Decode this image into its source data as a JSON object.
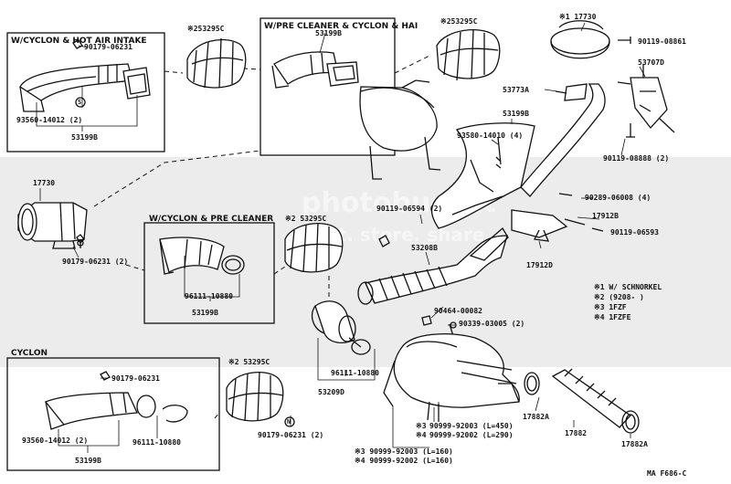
{
  "boxes": {
    "hot_air_intake_title": "W/CYCLON & HOT AIR INTAKE",
    "pre_cleaner_cyclon_hai_title": "W/PRE CLEANER & CYCLON & HAI",
    "cyclon_pre_cleaner_title": "W/CYCLON & PRE CLEANER",
    "cyclon_title": "CYCLON"
  },
  "labels": {
    "l_90179_06231_a": "90179-06231",
    "l_93560_14012_a": "93560-14012 (2)",
    "l_53199b_a": "53199B",
    "l_53295c_a": "※253295C",
    "l_53199b_b": "53199B",
    "l_53295c_b": "※253295C",
    "l_17730_top": "※1 17730",
    "l_90119_08861": "90119-08861",
    "l_53707d": "53707D",
    "l_53773a": "53773A",
    "l_53199b_c": "53199B",
    "l_93580_14010": "93580-14010 (4)",
    "l_90119_08888": "90119-08888 (2)",
    "l_17730_left": "17730",
    "l_90179_06231_b": "90179-06231 (2)",
    "l_53295c_c": "※2 53295C",
    "l_96111_10880_a": "96111-10880",
    "l_53199b_d": "53199B",
    "l_90119_06594": "90119-06594 (2)",
    "l_53208b": "53208B",
    "l_90289_06008": "90289-06008 (4)",
    "l_17912b": "17912B",
    "l_90119_06593": "90119-06593",
    "l_17912d": "17912D",
    "l_legend_1": "※1 W/ SCHNORKEL",
    "l_legend_2": "※2 (9208-        )",
    "l_legend_3": "※3 1FZF",
    "l_legend_4": "※4 1FZFE",
    "l_90464_00082": "90464-00082",
    "l_90339_03005": "90339-03005 (2)",
    "l_96111_10880_b": "96111-10880",
    "l_53209d": "53209D",
    "l_90999_92003_a": "90999-92003 (L=450)",
    "l_90999_92002_a": "90999-92002 (L=290)",
    "l_90999_92003_b": "※3 90999-92003 (L=160)",
    "l_90999_92002_b": "※4 90999-92002 (L=160)",
    "l_17882a_a": "17882A",
    "l_17882": "17882",
    "l_17882a_b": "17882A",
    "l_53295c_d": "※2 53295C",
    "l_90179_06231_c": "90179-06231",
    "l_93560_14012_b": "93560-14012 (2)",
    "l_96111_10880_c": "96111-10880",
    "l_53199b_e": "53199B",
    "l_90179_06231_d": "90179-06231 (2)",
    "l_figure_code": "MA F686-C"
  },
  "markers": {
    "m3a": "※3",
    "m4a": "※4",
    "s_circle": "S",
    "n_circle": "N"
  },
  "watermark": {
    "text_main": "photobucket",
    "text_sub": "host. store. share."
  }
}
